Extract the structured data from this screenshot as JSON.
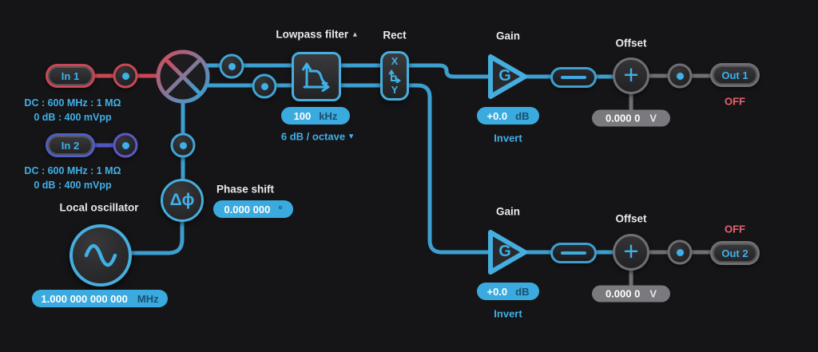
{
  "colors": {
    "accent": "#3FB0E8",
    "wire": "#3D9FD0",
    "input1": "#CC4755",
    "input2": "#4F5FC8",
    "inactive_gray": "#6F6F73",
    "off_status": "#E8636E",
    "pill_fill": "#3BAADF"
  },
  "in1": {
    "label": "In 1",
    "coupling": "DC : 600 MHz : 1 MΩ",
    "range": "0 dB : 400 mVpp"
  },
  "in2": {
    "label": "In 2",
    "coupling": "DC : 600 MHz : 1 MΩ",
    "range": "0 dB : 400 mVpp"
  },
  "lowpass": {
    "title": "Lowpass filter",
    "cutoff": "100",
    "cutoff_unit": "kHz",
    "slope": "6 dB / octave"
  },
  "rect": {
    "title": "Rect",
    "x_label": "X",
    "y_label": "Y"
  },
  "phase": {
    "title": "Phase shift",
    "symbol": "Δϕ",
    "value": "0.000 000",
    "unit": "°"
  },
  "lo": {
    "title": "Local oscillator",
    "value": "1.000 000 000 000",
    "unit": "MHz"
  },
  "gain1": {
    "title": "Gain",
    "symbol": "G",
    "value": "+0.0",
    "unit": "dB",
    "invert": "Invert"
  },
  "offset1": {
    "title": "Offset",
    "symbol": "+",
    "value": "0.000 0",
    "unit": "V"
  },
  "out1": {
    "label": "Out 1",
    "status": "OFF"
  },
  "gain2": {
    "title": "Gain",
    "symbol": "G",
    "value": "+0.0",
    "unit": "dB",
    "invert": "Invert"
  },
  "offset2": {
    "title": "Offset",
    "symbol": "+",
    "value": "0.000 0",
    "unit": "V"
  },
  "out2": {
    "label": "Out 2",
    "status": "OFF"
  },
  "icons": {
    "collapse": "▴",
    "dropdown": "▾"
  }
}
